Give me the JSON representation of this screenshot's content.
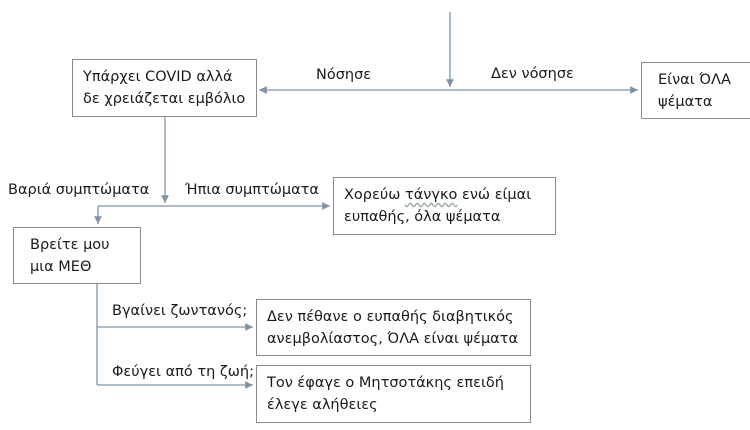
{
  "nodes": {
    "covid_no_vaccine": "Υπάρχει COVID αλλά δε χρειάζεται εμβόλιο",
    "all_lies": "Είναι ΌΛΑ ψέματα",
    "tango": {
      "part1": "Χορεύω ",
      "part2": "τάνγκο",
      "part3": " ενώ είμαι ευπαθής, όλα ψέματα"
    },
    "icu": "Βρείτε μου μια ΜΕΘ",
    "survived_outcome": "Δεν πέθανε ο ευπαθής διαβητικός ανεμβολίαστος, ΌΛΑ είναι ψέματα",
    "died_outcome": "Τον έφαγε ο Μητσοτάκης επειδή έλεγε αλήθειες"
  },
  "edges": {
    "got_sick": "Νόσησε",
    "not_sick": "Δεν νόσησε",
    "severe": "Βαριά συμπτώματα",
    "mild": "Ήπια συμπτώματα",
    "survives": "Βγαίνει ζωντανός;",
    "dies": "Φεύγει από τη ζωή;"
  },
  "colors": {
    "connector": "#7f93a8",
    "border": "#8a8a8a"
  }
}
